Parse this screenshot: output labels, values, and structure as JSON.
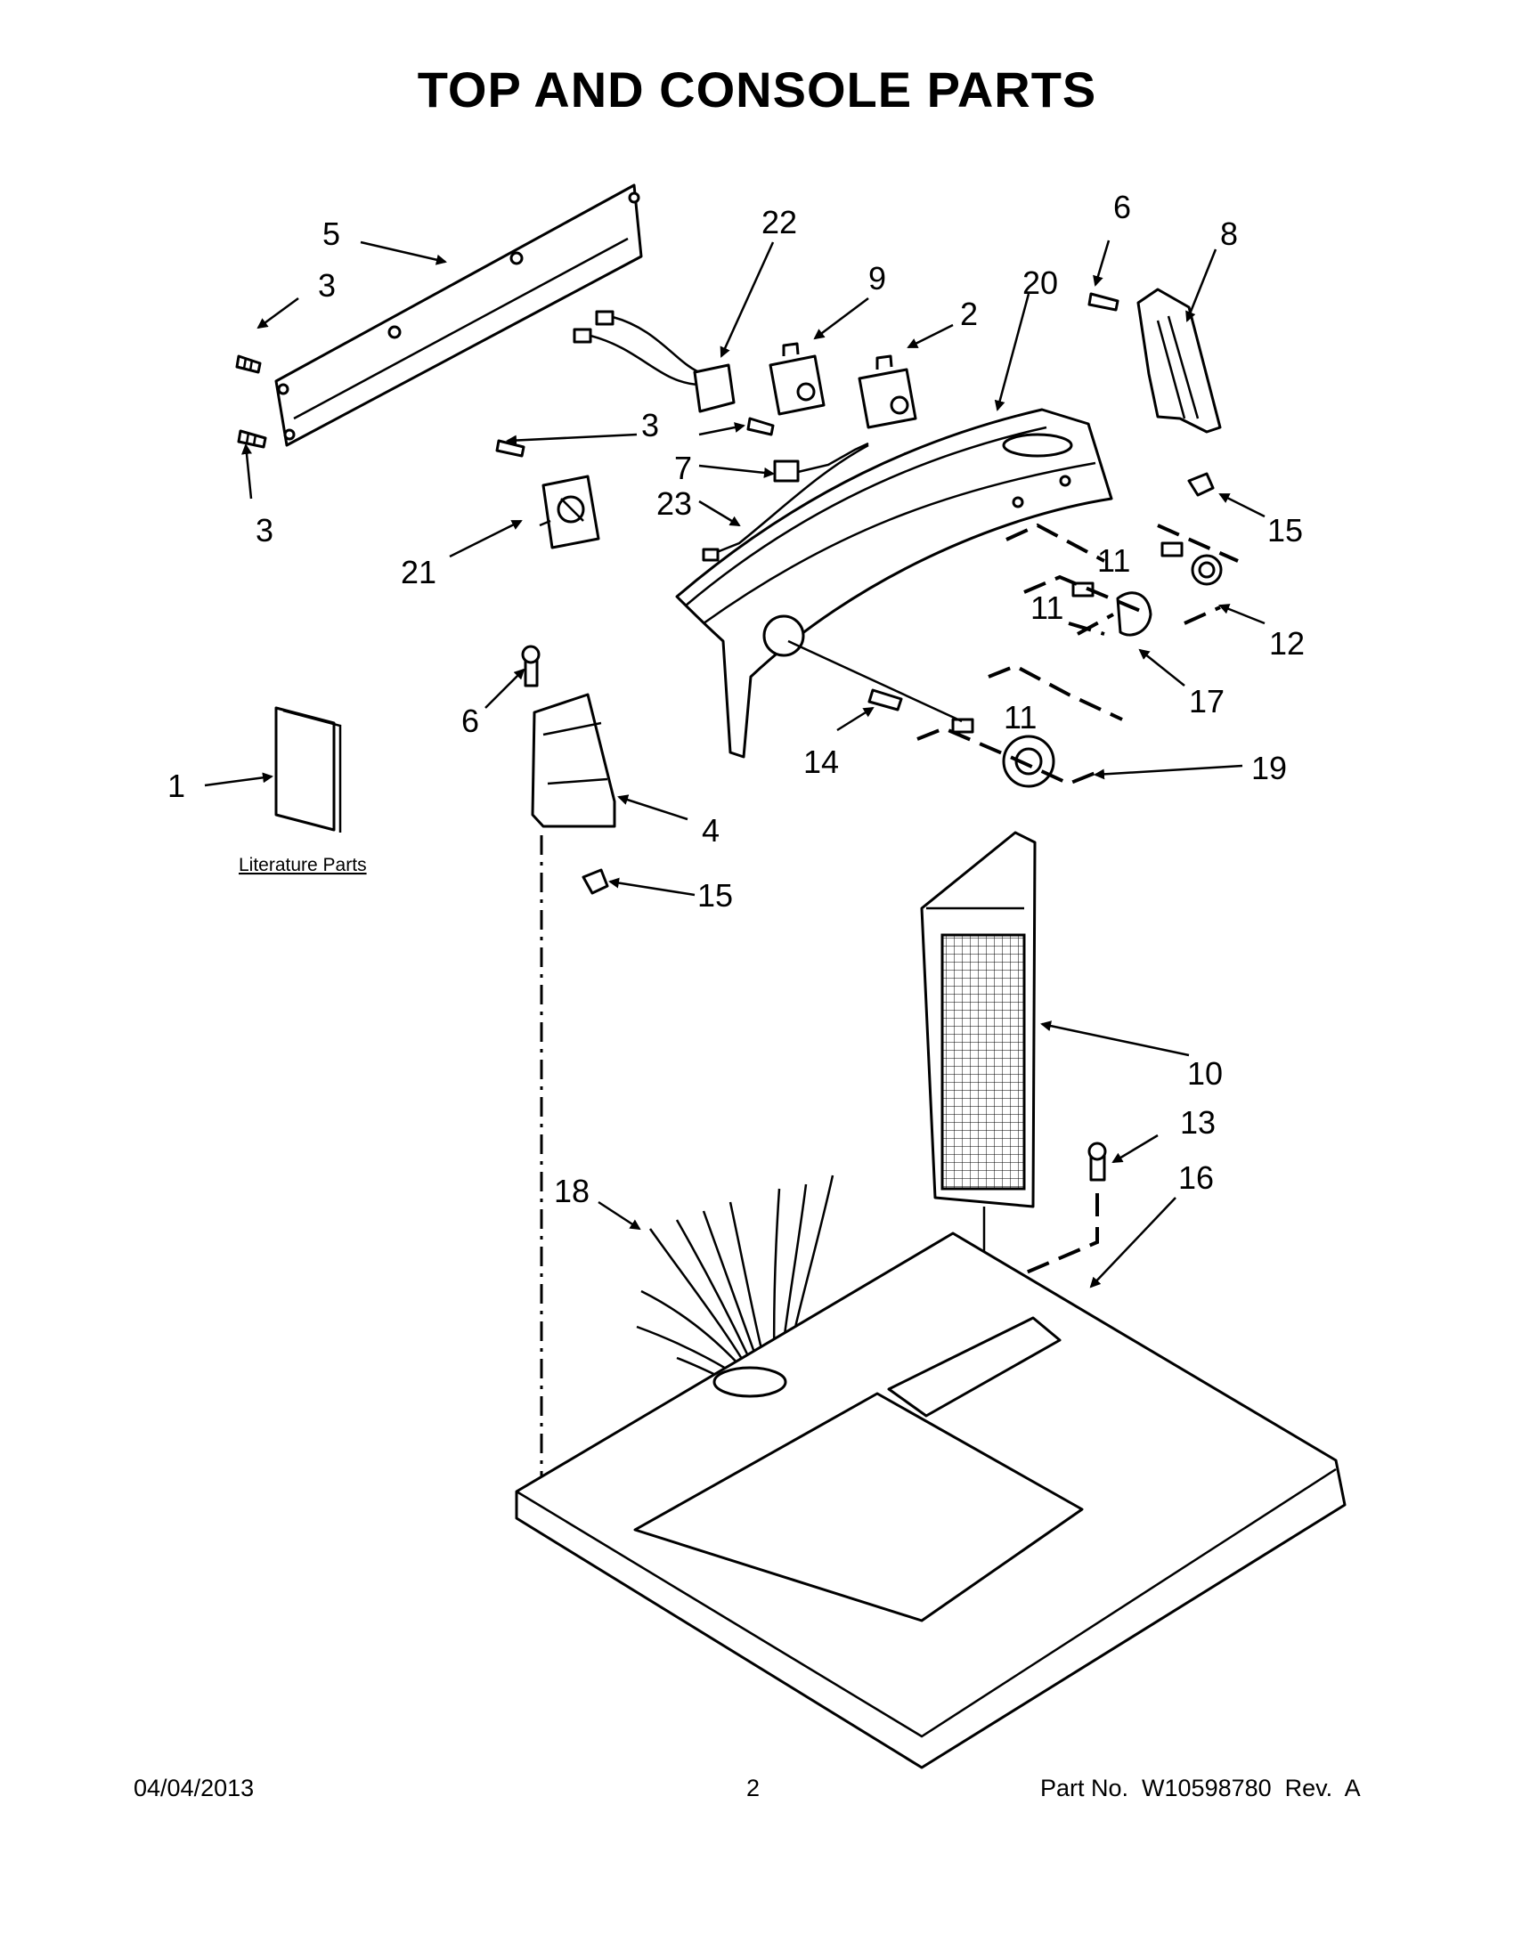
{
  "title": "TOP AND CONSOLE PARTS",
  "literature_label": "Literature Parts",
  "callouts": {
    "c1": "1",
    "c2": "2",
    "c3a": "3",
    "c3b": "3",
    "c3c": "3",
    "c4": "4",
    "c5": "5",
    "c6a": "6",
    "c6b": "6",
    "c7": "7",
    "c8": "8",
    "c9": "9",
    "c10": "10",
    "c11a": "11",
    "c11b": "11",
    "c11c": "11",
    "c12": "12",
    "c13": "13",
    "c14": "14",
    "c15a": "15",
    "c15b": "15",
    "c16": "16",
    "c17": "17",
    "c18": "18",
    "c19": "19",
    "c20": "20",
    "c21": "21",
    "c22": "22",
    "c23": "23"
  },
  "footer": {
    "date": "04/04/2013",
    "page": "2",
    "part_number": "Part No.  W10598780  Rev.  A"
  }
}
